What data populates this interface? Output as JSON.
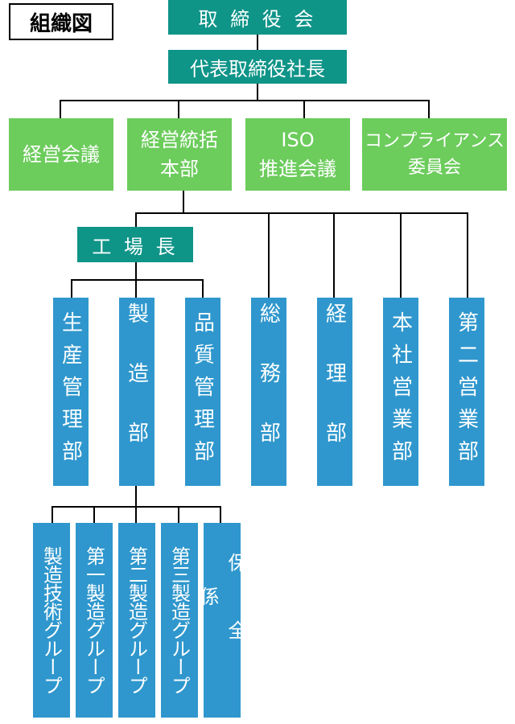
{
  "title": "組織図",
  "top": {
    "board": "取 締 役 会",
    "president": "代表取締役社長"
  },
  "committees": [
    {
      "id": "keiei-kaigi",
      "label": "経営会議"
    },
    {
      "id": "keiei-tokatsu",
      "label": "経営統括\n本部"
    },
    {
      "id": "iso",
      "label": "ISO\n推進会議"
    },
    {
      "id": "compliance",
      "label": "コンプライアンス\n委員会"
    }
  ],
  "plant_manager": "工 場 長",
  "departments": [
    {
      "id": "seisan-kanri",
      "label": "生産管理部"
    },
    {
      "id": "seizo",
      "label": "製造部"
    },
    {
      "id": "hinshitsu",
      "label": "品質管理部"
    },
    {
      "id": "somu",
      "label": "総務部"
    },
    {
      "id": "keiri",
      "label": "経理部"
    },
    {
      "id": "honsha-eigyo",
      "label": "本社営業部"
    },
    {
      "id": "daini-eigyo",
      "label": "第二営業部"
    }
  ],
  "groups": [
    {
      "id": "gijutsu",
      "label": "製造技術グループ"
    },
    {
      "id": "g1",
      "label": "第一製造グループ"
    },
    {
      "id": "g2",
      "label": "第二製造グループ"
    },
    {
      "id": "g3",
      "label": "第三製造グループ"
    },
    {
      "id": "hozen",
      "label": "保全係"
    }
  ],
  "colors": {
    "teal": "#0f9488",
    "green": "#6ccc5c",
    "blue": "#2f97cd",
    "line": "#000000"
  }
}
